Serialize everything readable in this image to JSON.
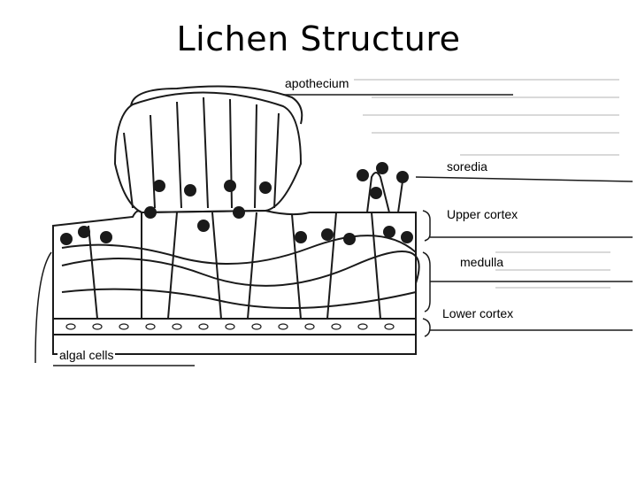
{
  "title": "Lichen Structure",
  "labels": {
    "apothecium": "apothecium",
    "soredia": "soredia",
    "upper_cortex": "Upper cortex",
    "medulla": "medulla",
    "lower_cortex": "Lower cortex",
    "algal_cells": "algal cells"
  },
  "colors": {
    "line": "#1a1a1a",
    "label_text": "#000000"
  }
}
